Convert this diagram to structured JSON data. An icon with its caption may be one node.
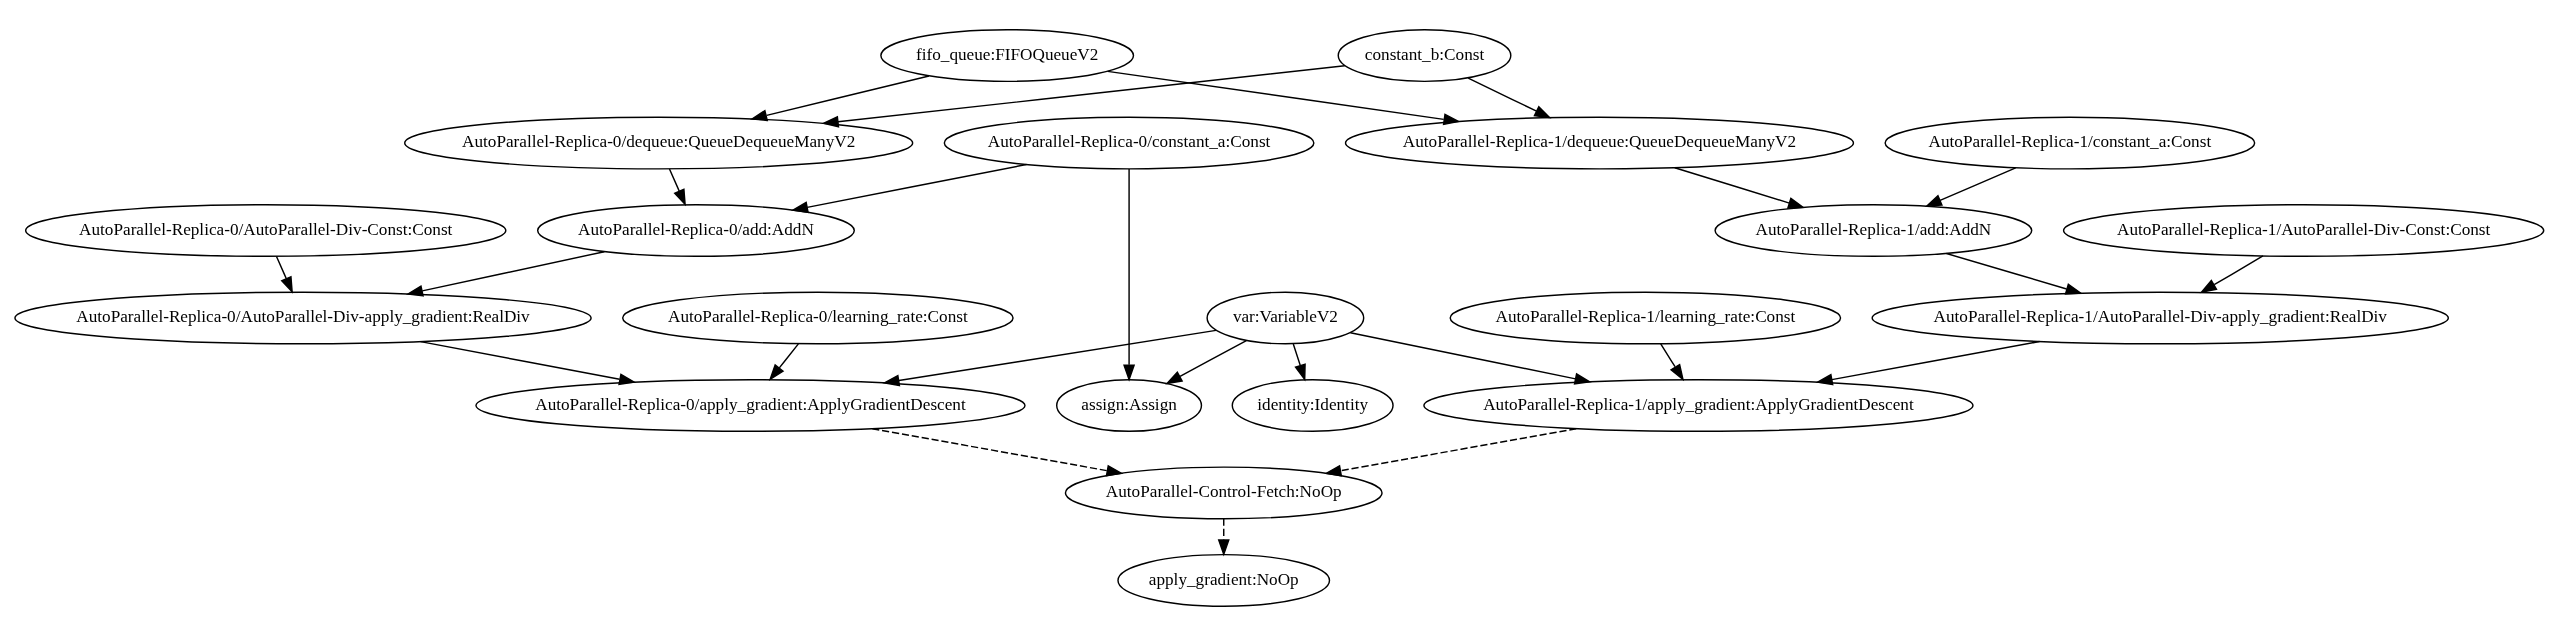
{
  "diagram": {
    "nodes": [
      {
        "text": [
          "fifo_queue:FIFOQueueV2"
        ]
      },
      {
        "text": [
          "constant_b:Const"
        ]
      },
      {
        "text": [
          "AutoParallel-Replica-0/constant_a:Const"
        ]
      },
      {
        "text": [
          "AutoParallel-Replica-0/dequeue:QueueDequeueManyV2"
        ]
      },
      {
        "text": [
          "AutoParallel-Replica-1/constant_a:Const"
        ]
      },
      {
        "text": [
          "AutoParallel-Replica-1/dequeue:QueueDequeueManyV2"
        ]
      },
      {
        "text": [
          "AutoParallel-Replica-0/AutoParallel-Div-Const:Const"
        ]
      },
      {
        "text": [
          "AutoParallel-Replica-0/add:AddN"
        ]
      },
      {
        "text": [
          "AutoParallel-Replica-1/AutoParallel-Div-Const:Const"
        ]
      },
      {
        "text": [
          "AutoParallel-Replica-1/add:AddN"
        ]
      },
      {
        "text": [
          "AutoParallel-Replica-0/AutoParallel-Div-apply_gradient:RealDiv"
        ]
      },
      {
        "text": [
          "AutoParallel-Replica-0/learning_rate:Const"
        ]
      },
      {
        "text": [
          "var:VariableV2"
        ]
      },
      {
        "text": [
          "AutoParallel-Replica-1/AutoParallel-Div-apply_gradient:RealDiv"
        ]
      },
      {
        "text": [
          "AutoParallel-Replica-1/learning_rate:Const"
        ]
      },
      {
        "text": [
          "assign:Assign"
        ]
      },
      {
        "text": [
          "AutoParallel-Replica-0/apply_gradient:ApplyGradientDescent"
        ]
      },
      {
        "text": [
          "identity:Identity"
        ]
      },
      {
        "text": [
          "AutoParallel-Replica-1/apply_gradient:ApplyGradientDescent"
        ]
      },
      {
        "text": [
          "AutoParallel-Control-Fetch:NoOp"
        ]
      },
      {
        "text": [
          "apply_gradient:NoOp"
        ]
      }
    ],
    "edges": [
      {
        "from": 0,
        "to": 3,
        "arrow": "to"
      },
      {
        "from": 0,
        "to": 5,
        "arrow": "to"
      },
      {
        "from": 1,
        "to": 3,
        "arrow": "to"
      },
      {
        "from": 1,
        "to": 5,
        "arrow": "to"
      },
      {
        "from": 2,
        "to": 7,
        "arrow": "to"
      },
      {
        "from": 2,
        "to": 15,
        "arrow": "to"
      },
      {
        "from": 3,
        "to": 7,
        "arrow": "to"
      },
      {
        "from": 4,
        "to": 9,
        "arrow": "to"
      },
      {
        "from": 5,
        "to": 9,
        "arrow": "to"
      },
      {
        "from": 6,
        "to": 10,
        "arrow": "to"
      },
      {
        "from": 7,
        "to": 10,
        "arrow": "to"
      },
      {
        "from": 8,
        "to": 13,
        "arrow": "to"
      },
      {
        "from": 9,
        "to": 13,
        "arrow": "to"
      },
      {
        "from": 10,
        "to": 16,
        "arrow": "to"
      },
      {
        "from": 11,
        "to": 16,
        "arrow": "to"
      },
      {
        "from": 12,
        "to": 15,
        "arrow": "to"
      },
      {
        "from": 12,
        "to": 16,
        "arrow": "to"
      },
      {
        "from": 12,
        "to": 17,
        "arrow": "to"
      },
      {
        "from": 12,
        "to": 18,
        "arrow": "to"
      },
      {
        "from": 13,
        "to": 18,
        "arrow": "to"
      },
      {
        "from": 14,
        "to": 18,
        "arrow": "to"
      },
      {
        "from": 16,
        "to": 19,
        "arrow": "to",
        "style": "dashed"
      },
      {
        "from": 18,
        "to": 19,
        "arrow": "to",
        "style": "dashed"
      },
      {
        "from": 19,
        "to": 20,
        "arrow": "to",
        "style": "dashed"
      }
    ]
  }
}
